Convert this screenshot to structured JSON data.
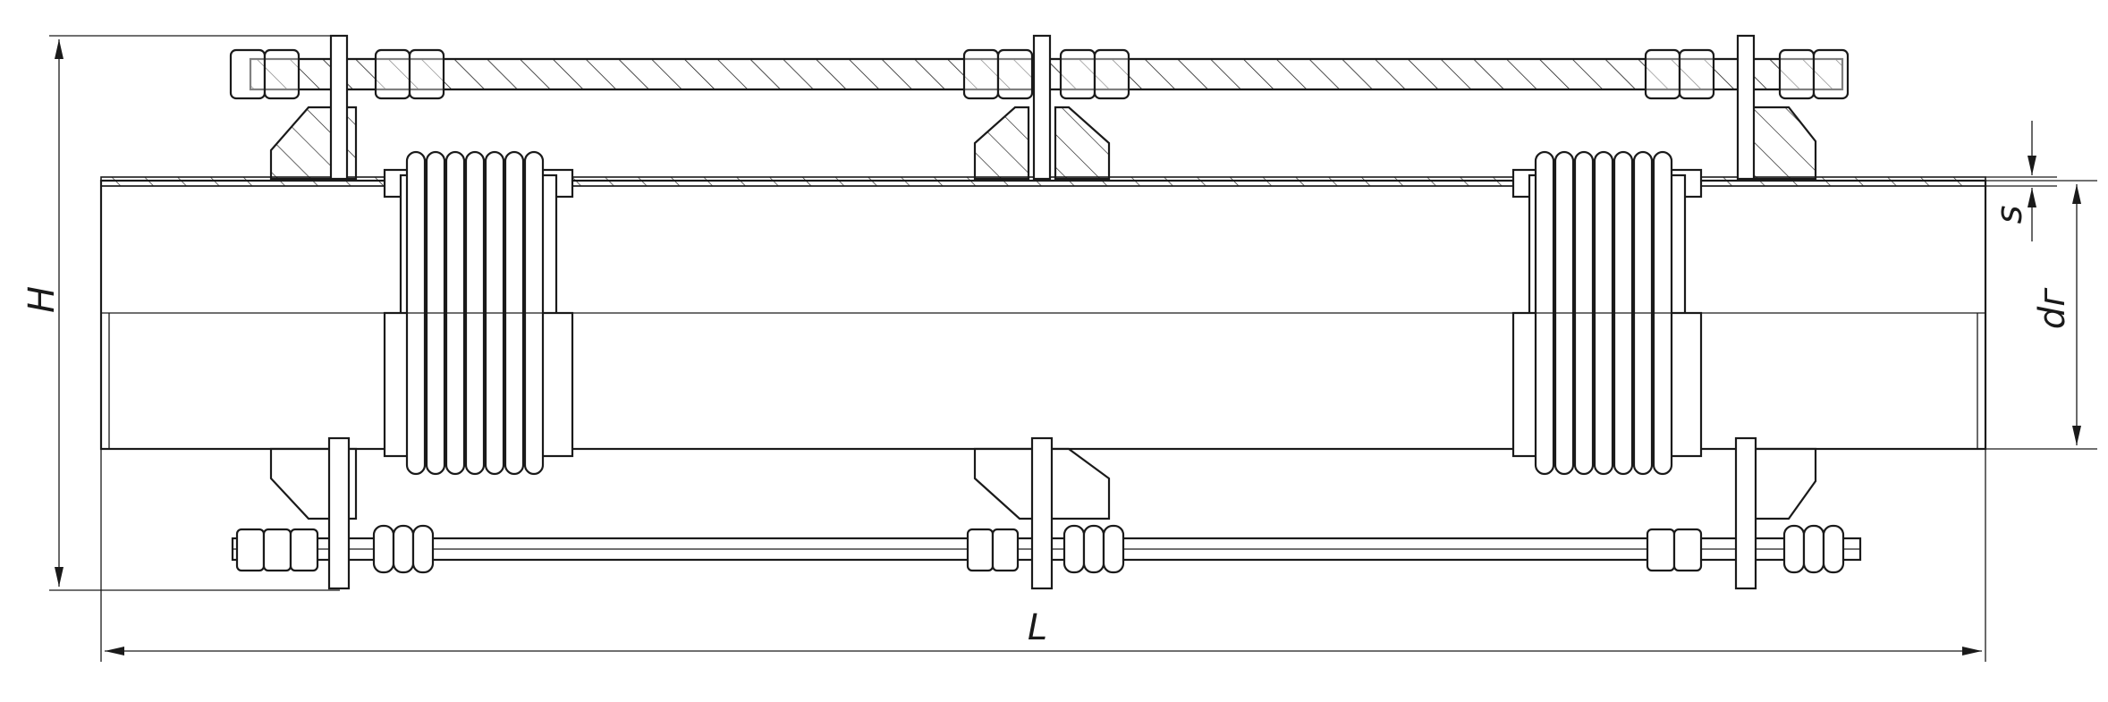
{
  "dimensions": {
    "height_label": "H",
    "length_label": "L",
    "thickness_label": "s",
    "diameter_label": "dг"
  },
  "colors": {
    "line": "#1a1a1a",
    "background": "#ffffff"
  }
}
